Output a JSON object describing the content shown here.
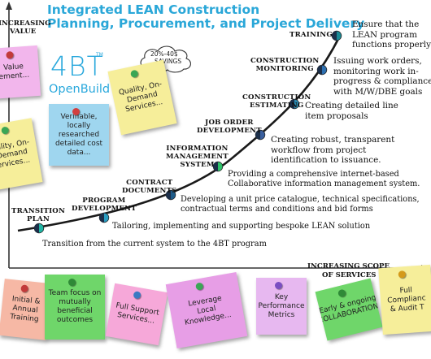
{
  "title": {
    "line1": "Integrated LEAN Construction",
    "line2": "Planning, Procurement, and Project Delivery"
  },
  "axis": {
    "y_label_line1": "INCREASING",
    "y_label_line2": "VALUE",
    "x_label_line1": "INCREASING SCOPE",
    "x_label_line2": "OF SERVICES"
  },
  "logo": {
    "mark": "4BT",
    "tm": "TM",
    "name": "OpenBuild"
  },
  "savings_cloud": {
    "line1": "20%-40$",
    "line2": "SAVINGS"
  },
  "stages": [
    {
      "label": "TRANSITION\nPLAN",
      "description": "Transition from the current system to the 4BT program",
      "color": "#1fb5a4"
    },
    {
      "label": "PROGRAM\nDEVELOPMENT",
      "description": "Tailoring, implementing and supporting bespoke LEAN solution",
      "color": "#2a9cc0"
    },
    {
      "label": "CONTRACT\nDOCUMENTS",
      "description": "Developing a unit price catalogue, technical specifications,\ncontractual terms and conditions and bid forms",
      "color": "#1e5c8a"
    },
    {
      "label": "INFORMATION\nMANAGEMENT\nSYSTEM",
      "description": "Providing a comprehensive internet-based\nCollaborative information management system.",
      "color": "#2fc26a"
    },
    {
      "label": "JOB ORDER\nDEVELOPMENT",
      "description": "Creating robust, transparent\nworkflow from project\nidentification to issuance.",
      "color": "#3a5f9e"
    },
    {
      "label": "CONSTRUCTION\nESTIMATING",
      "description": "Creating detailed line\nitem proposals",
      "color": "#2b8ab0"
    },
    {
      "label": "CONSTRUCTION\nMONITORING",
      "description": "Issuing work orders,\nmonitoring work in-\nprogress & compliance\nwith M/W/DBE goals",
      "color": "#2d6fb0"
    },
    {
      "label": "TRAINING",
      "description": "Ensure that the\nLEAN program\nfunctions properly",
      "color": "#1a8a95"
    }
  ],
  "upper_notes": [
    {
      "text": "Value\nement...",
      "color": "#f2b6ec",
      "pin": "#c23a3a"
    },
    {
      "text": "Quality, On-\nDemand\nServices...",
      "color": "#f6ee9a",
      "pin": "#3aa655"
    },
    {
      "text": "Verifiable,\nlocally\nresearched\ndetailed cost\ndata...",
      "color": "#9fd6ef",
      "pin": "#d23f3f"
    },
    {
      "text": "uality, On-\nDemand\nervices...",
      "color": "#f6ee9a",
      "pin": "#3aa655"
    }
  ],
  "bottom_notes": [
    {
      "text": "Initial &\nAnnual\nTraining",
      "color": "#f6b8a5",
      "pin": "#c23a3a"
    },
    {
      "text": "Team focus on\nmutually\nbeneficial\noutcomes",
      "color": "#6fd66a",
      "pin": "#2f8a37"
    },
    {
      "text": "Full Support\nServices...",
      "color": "#f6a8d9",
      "pin": "#3a7ac2"
    },
    {
      "text": "Leverage\nLocal\nKnowledge...",
      "color": "#e79ee6",
      "pin": "#3aa655"
    },
    {
      "text": "Key\nPerformance\nMetrics",
      "color": "#e7b8f0",
      "pin": "#7a4fc2"
    },
    {
      "text": "Early & ongoing\nCOLLABORATION!",
      "color": "#6fd66a",
      "pin": "#2f8a37"
    },
    {
      "text": "Full\nComplianc\n& Audit T",
      "color": "#f6ee9a",
      "pin": "#d49a1a"
    }
  ]
}
